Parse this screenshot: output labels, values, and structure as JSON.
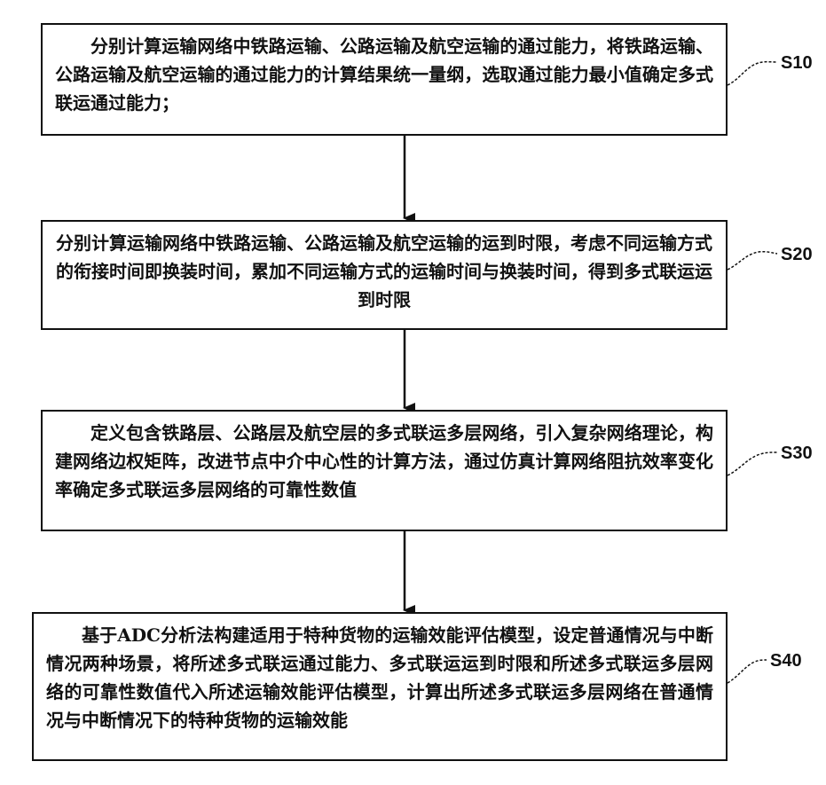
{
  "steps": [
    {
      "id": "S10",
      "label": "S10",
      "text": "分别计算运输网络中铁路运输、公路运输及航空运输的通过能力，将铁路运输、公路运输及航空运输的通过能力的计算结果统一量纲，选取通过能力最小值确定多式联运通过能力；"
    },
    {
      "id": "S20",
      "label": "S20",
      "text": "分别计算运输网络中铁路运输、公路运输及航空运输的运到时限，考虑不同运输方式的衔接时间即换装时间，累加不同运输方式的运输时间与换装时间，得到多式联运运到时限"
    },
    {
      "id": "S30",
      "label": "S30",
      "text": "定义包含铁路层、公路层及航空层的多式联运多层网络，引入复杂网络理论，构建网络边权矩阵，改进节点中介中心性的计算方法，通过仿真计算网络阻抗效率变化率确定多式联运多层网络的可靠性数值"
    },
    {
      "id": "S40",
      "label": "S40",
      "text": "基于ADC分析法构建适用于特种货物的运输效能评估模型，设定普通情况与中断情况两种场景，将所述多式联运通过能力、多式联运运到时限和所述多式联运多层网络的可靠性数值代入所述运输效能评估模型，计算出所述多式联运多层网络在普通情况与中断情况下的特种货物的运输效能"
    }
  ]
}
